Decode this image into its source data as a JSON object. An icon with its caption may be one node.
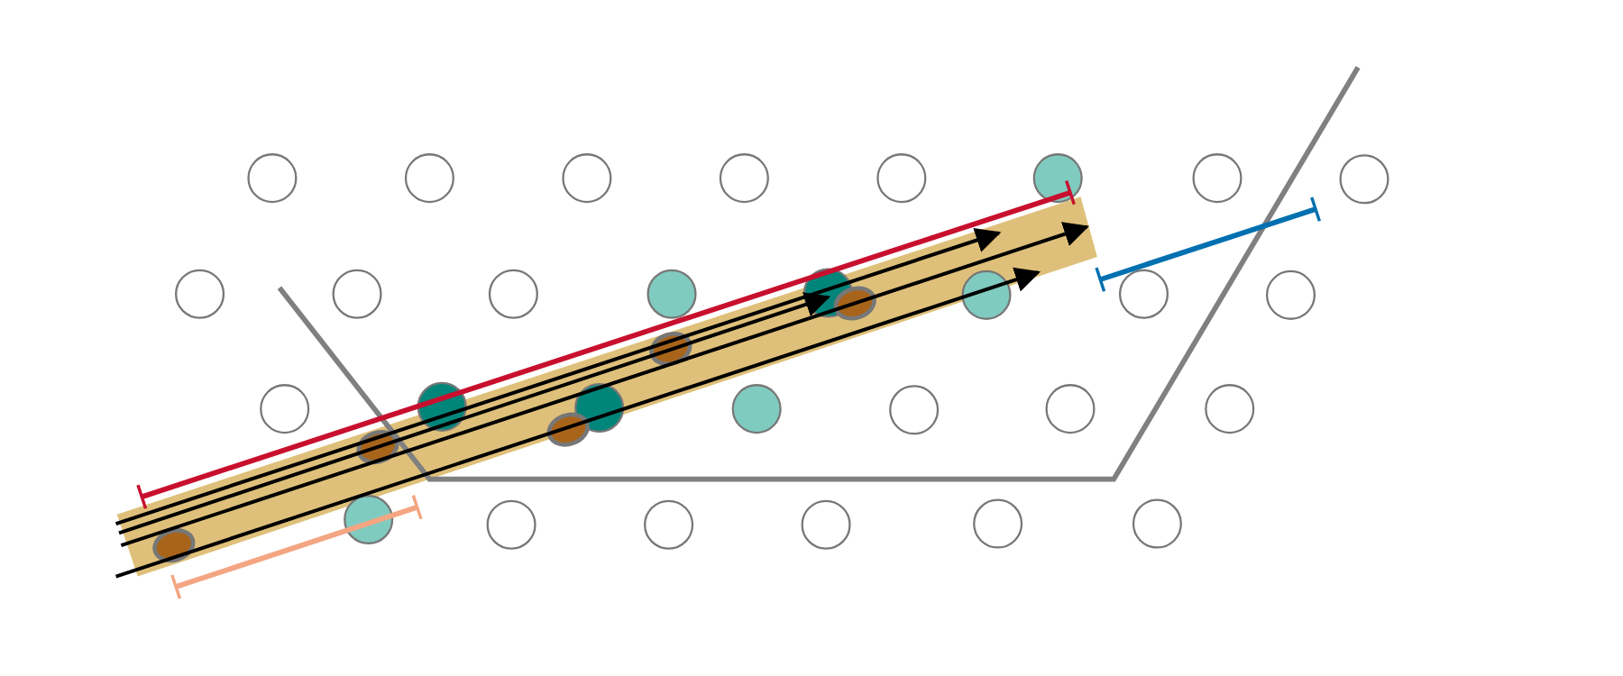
{
  "diagram": {
    "nodes": [
      {
        "text": [],
        "shape": "circle"
      },
      {
        "text": [],
        "shape": "circle"
      },
      {
        "text": [],
        "shape": "circle"
      },
      {
        "text": [],
        "shape": "circle"
      },
      {
        "text": [],
        "shape": "circle"
      },
      {
        "text": [],
        "shape": "circle"
      },
      {
        "text": [],
        "shape": "circle"
      },
      {
        "text": [],
        "shape": "circle"
      },
      {
        "text": [],
        "shape": "circle"
      },
      {
        "text": [],
        "shape": "circle"
      },
      {
        "text": [],
        "shape": "circle"
      },
      {
        "text": [],
        "shape": "circle"
      },
      {
        "text": [],
        "shape": "circle"
      },
      {
        "text": [],
        "shape": "circle"
      },
      {
        "text": [],
        "shape": "circle"
      },
      {
        "text": [],
        "shape": "circle"
      },
      {
        "text": [],
        "shape": "ellipse"
      },
      {
        "text": [],
        "shape": "ellipse"
      },
      {
        "text": [],
        "shape": "circle"
      },
      {
        "text": [],
        "shape": "circle"
      },
      {
        "text": [],
        "shape": "circle"
      },
      {
        "text": [],
        "shape": "circle"
      },
      {
        "text": [],
        "shape": "circle"
      },
      {
        "text": [],
        "shape": "circle"
      },
      {
        "text": [],
        "shape": "circle"
      },
      {
        "text": [],
        "shape": "ellipse"
      },
      {
        "text": [],
        "shape": "ellipse"
      },
      {
        "text": [],
        "shape": "circle"
      },
      {
        "text": [],
        "shape": "circle"
      },
      {
        "text": [],
        "shape": "circle"
      },
      {
        "text": [],
        "shape": "circle"
      },
      {
        "text": [],
        "shape": "circle"
      },
      {
        "text": [],
        "shape": "circle"
      },
      {
        "text": [],
        "shape": "ellipse"
      }
    ]
  }
}
